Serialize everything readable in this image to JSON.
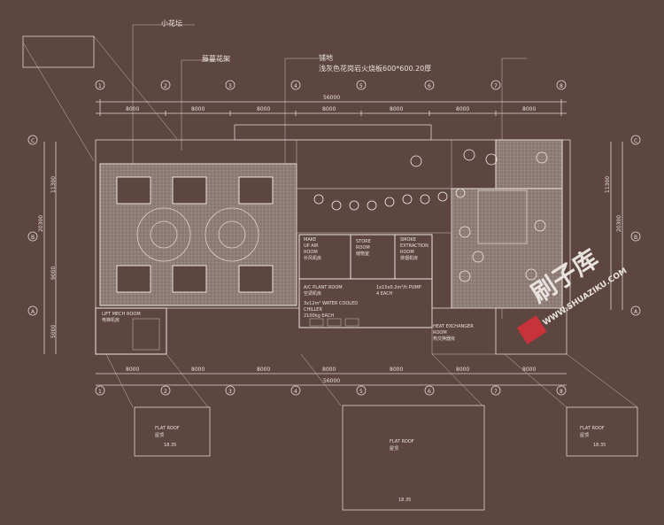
{
  "annotations": {
    "small_planter": "小花坛",
    "vine_trellis": "藤蔓花架",
    "paving_title": "铺地",
    "paving_spec": "浅灰色花岗岩火烧板600*600.20厚"
  },
  "dimensions": {
    "total": "56000",
    "bay": "8000",
    "side_left": [
      "11300",
      "20300",
      "9000",
      "5000"
    ],
    "side_right": [
      "11300",
      "20300"
    ]
  },
  "grid_columns": [
    "1",
    "2",
    "3",
    "4",
    "5",
    "6",
    "7",
    "8"
  ],
  "grid_rows": [
    "C",
    "B",
    "A"
  ],
  "rooms": {
    "make_up_air": [
      "MAKE",
      "UP AIR",
      "ROOM",
      "补风机房"
    ],
    "store": [
      "STORE",
      "ROOM",
      "储物室"
    ],
    "smoke_extraction": [
      "SMOKE",
      "EXTRACTION",
      "ROOM",
      "排烟机房"
    ],
    "ac_plant": [
      "A/C PLANT ROOM",
      "空调机房"
    ],
    "pump": [
      "1x15x0.2m³/h PUMP",
      "4 EACH"
    ],
    "water_cooled_chiller": [
      "3x12m² WATER COOLED",
      "CHILLER",
      "2100kg EACH"
    ],
    "lift_mech": [
      "LIFT MECH ROOM",
      "电梯机房"
    ],
    "heat_exchanger": [
      "HEAT EXCHANGER",
      "ROOM",
      "热交换器房"
    ]
  },
  "roofs": [
    {
      "label": "FLAT ROOF",
      "label_cn": "屋顶",
      "level": "18.35"
    },
    {
      "label": "FLAT ROOF",
      "label_cn": "屋顶",
      "level": "18.35"
    },
    {
      "label": "FLAT ROOF",
      "label_cn": "屋顶",
      "level": "18.35"
    }
  ],
  "watermark": {
    "brand_cn": "刷子库",
    "url": "WWW.SHUAZIKU.COM",
    "accent_color": "#c8323a"
  },
  "colors": {
    "background": "#5e4640",
    "lines": "#ddd3cf"
  }
}
